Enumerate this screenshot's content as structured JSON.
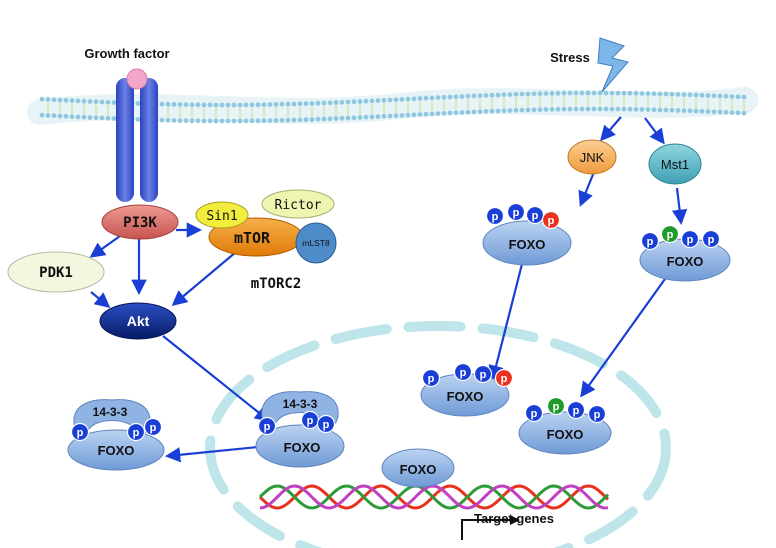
{
  "labels": {
    "growth_factor": "Growth factor",
    "stress": "Stress",
    "pi3k": "PI3K",
    "pdk1": "PDK1",
    "akt": "Akt",
    "sin1": "Sin1",
    "rictor": "Rictor",
    "mtor": "mTOR",
    "mlst8": "mLST8",
    "mtorc2": "mTORC2",
    "jnk": "JNK",
    "mst1": "Mst1",
    "foxo": "FOXO",
    "p": "P",
    "adaptor": "14-3-3",
    "target_genes": "Target genes"
  },
  "colors": {
    "arrow": "#1a3fd6",
    "phospho_blue": "#1a3fd6",
    "phospho_red": "#e8321e",
    "phospho_green": "#1f9a2b",
    "foxo_fill": "#8fb4e3",
    "receptor": "#3a55cf",
    "ligand": "#f4a6c8",
    "pi3k": "#d96a66",
    "akt": "#0d2a8a",
    "sin1": "#f2ec3c",
    "rictor": "#eef5b0",
    "mtor": "#f08a12",
    "mlst8": "#4d8cc9",
    "jnk": "#f7b15f",
    "mst1": "#58b9c9",
    "pdk1": "#f4f7e0",
    "membrane": "#9fcfe2",
    "nucleus": "#bfe6ec"
  }
}
